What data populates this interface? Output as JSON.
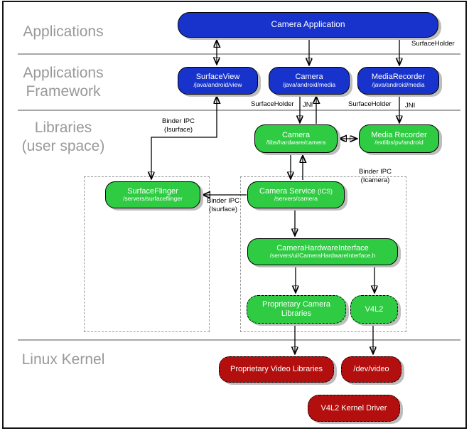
{
  "layers": [
    {
      "line1": "Applications",
      "line2": ""
    },
    {
      "line1": "Applications",
      "line2": "Framework"
    },
    {
      "line1": "Libraries",
      "line2": "(user space)"
    },
    {
      "line1": "Linux Kernel",
      "line2": ""
    }
  ],
  "nodes": {
    "camera_application": {
      "label": "Camera Application"
    },
    "surface_view": {
      "label": "SurfaceView",
      "path": "/java/android/view"
    },
    "camera_java": {
      "label": "Camera",
      "path": "/java/android/media"
    },
    "media_recorder_java": {
      "label": "MediaRecorder",
      "path": "/java/android/media"
    },
    "camera_lib": {
      "label": "Camera",
      "path": "/libs/hardware/camera"
    },
    "media_recorder_lib": {
      "label": "Media Recorder",
      "path": "/extlibs/pv/android"
    },
    "surface_flinger": {
      "label": "SurfaceFlinger",
      "path": "/servers/surfaceflinger"
    },
    "camera_service": {
      "label": "Camera Service",
      "suffix": "(ICS)",
      "path": "/servers/camera"
    },
    "camera_hardware_interface": {
      "label": "CameraHardwareInterface",
      "path": "/servers/ui/CameraHardwareInterface.h"
    },
    "proprietary_camera_libraries": {
      "label": "Proprietary Camera Libraries"
    },
    "v4l2": {
      "label": "V4L2"
    },
    "proprietary_video_libraries": {
      "label": "Proprietary Video Libraries"
    },
    "dev_video": {
      "label": "/dev/video"
    },
    "v4l2_kernel_driver": {
      "label": "V4L2 Kernel Driver"
    }
  },
  "annotations": {
    "surface_holder_top": "SurfaceHolder",
    "surface_holder_camera": "SurfaceHolder",
    "jni_camera": "JNI",
    "surface_holder_media_recorder": "SurfaceHolder",
    "jni_media_recorder": "JNI",
    "binder_ipc_surfaceview": {
      "line1": "Binder IPC",
      "line2": "(Isurface)"
    },
    "binder_ipc_surfaceflinger": {
      "line1": "Binder IPC",
      "line2": "(Isurface)"
    },
    "binder_ipc_icamera": {
      "line1": "Binder IPC",
      "line2": "(Icamera)"
    }
  },
  "palette": {
    "blue": "#1733cc",
    "green": "#2fcb43",
    "red": "#b40f0f",
    "shadow": "#bdbdbd",
    "layerlabel": "#999999",
    "divider": "#a8a8a8",
    "dashbox": "#999999"
  }
}
